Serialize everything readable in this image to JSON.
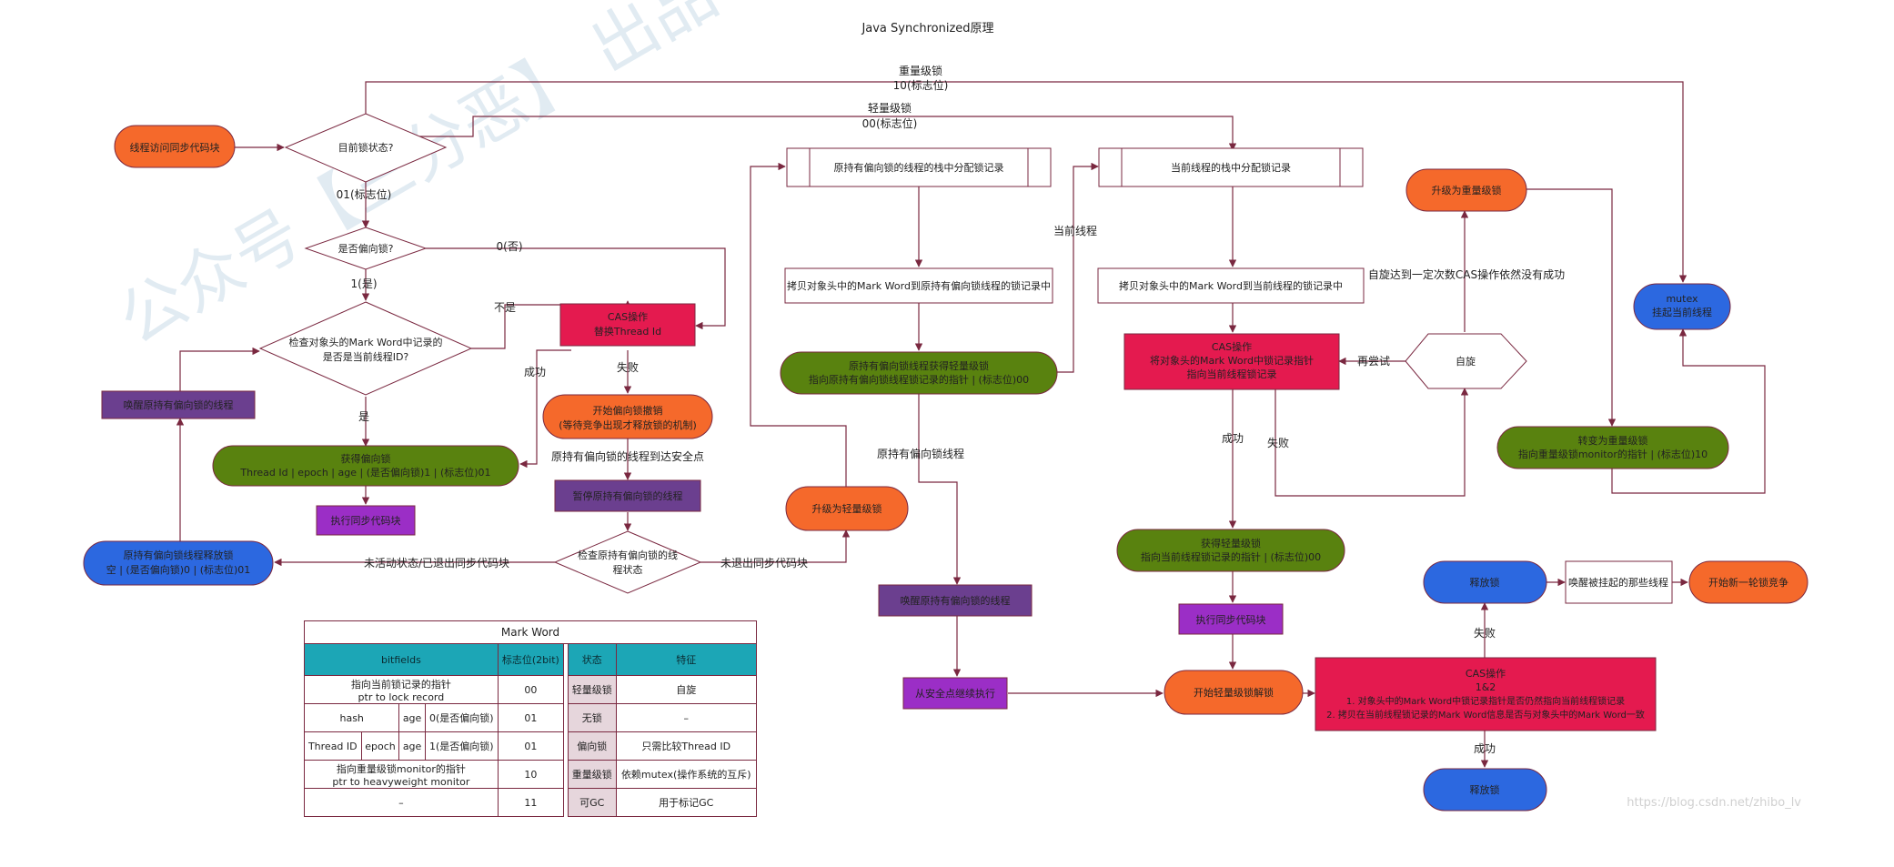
{
  "title": "Java Synchronized原理",
  "watermark": "公众号【三分恶】 出品",
  "footer_url": "https://blog.csdn.net/zhibo_lv",
  "colors": {
    "orange": "#f5692b",
    "green": "#59820f",
    "purple": "#6b3f8f",
    "violet": "#9b2ec6",
    "blue": "#2c68e0",
    "red": "#e41a4f",
    "line": "#7a2840"
  },
  "nodes": {
    "start": "线程访问同步代码块",
    "lock_state": "目前锁状态?",
    "is_biased": "是否偏向锁?",
    "check_mark_1": "检查对象头的Mark Word中记录的",
    "check_mark_2": "是否是当前线程ID?",
    "cas_replace_1": "CAS操作",
    "cas_replace_2": "替换Thread Id",
    "revoke_start_1": "开始偏向锁撤销",
    "revoke_start_2": "(等待竞争出现才释放锁的机制)",
    "get_biased_1": "获得偏向锁",
    "get_biased_2": "Thread Id | epoch | age | (是否偏向锁)1 | (标志位)01",
    "wake_biased": "唤醒原持有偏向锁的线程",
    "exec_sync_1": "执行同步代码块",
    "release_biased_1": "原持有偏向锁线程释放锁",
    "release_biased_2": "空 | (是否偏向锁)0 | (标志位)01",
    "pause_holder": "暂停原持有偏向锁的线程",
    "check_holder_1": "检查原持有偏向锁的线",
    "check_holder_2": "程状态",
    "alloc_holder": "原持有偏向锁的线程的栈中分配锁记录",
    "copy_holder": "拷贝对象头中的Mark Word到原持有偏向锁线程的锁记录中",
    "holder_light_1": "原持有偏向锁线程获得轻量级锁",
    "holder_light_2": "指向原持有偏向锁线程锁记录的指针 | (标志位)00",
    "upgrade_light": "升级为轻量级锁",
    "wake_holder": "唤醒原持有偏向锁的线程",
    "resume_safe": "从安全点继续执行",
    "alloc_current": "当前线程的栈中分配锁记录",
    "copy_current": "拷贝对象头中的Mark Word到当前线程的锁记录中",
    "cas_mark_1": "CAS操作",
    "cas_mark_2": "将对象头的Mark Word中锁记录指针",
    "cas_mark_3": "指向当前线程锁记录",
    "spin": "自旋",
    "upgrade_heavy": "升级为重量级锁",
    "mutex_1": "mutex",
    "mutex_2": "挂起当前线程",
    "to_heavy_1": "转变为重量级锁",
    "to_heavy_2": "指向重量级锁monitor的指针 | (标志位)10",
    "get_light_1": "获得轻量级锁",
    "get_light_2": "指向当前线程锁记录的指针 | (标志位)00",
    "exec_sync_2": "执行同步代码块",
    "unlock_light": "开始轻量级锁解锁",
    "cas_unlock_1": "CAS操作",
    "cas_unlock_2": "1&2",
    "cas_unlock_3": "1. 对象头中的Mark Word中锁记录指针是否仍然指向当前线程锁记录",
    "cas_unlock_4": "2. 拷贝在当前线程锁记录的Mark Word信息是否与对象头中的Mark Word一致",
    "release_fail": "释放锁",
    "release_ok": "释放锁",
    "wake_suspended": "唤醒被挂起的那些线程",
    "new_round": "开始新一轮锁竞争"
  },
  "edges": {
    "heavy_1": "重量级锁",
    "heavy_2": "10(标志位)",
    "light_1": "轻量级锁",
    "light_2": "00(标志位)",
    "flag01": "01(标志位)",
    "no": "0(否)",
    "yes1": "1(是)",
    "not": "不是",
    "yes": "是",
    "success": "成功",
    "fail": "失败",
    "safepoint": "原持有偏向锁的线程到达安全点",
    "inactive": "未活动状态/已退出同步代码块",
    "not_exited": "未退出同步代码块",
    "current_thread": "当前线程",
    "holder_thread": "原持有偏向锁线程",
    "spin_limit": "自旋达到一定次数CAS操作依然没有成功",
    "retry": "再尝试",
    "success2": "成功",
    "fail2": "失败",
    "fail3": "失败",
    "success3": "成功"
  },
  "mark_word_table": {
    "title": "Mark Word",
    "headers": [
      "bitfields",
      "标志位(2bit)",
      "状态",
      "特征"
    ],
    "rows": [
      {
        "bits": [
          "指向当前锁记录的指针",
          "ptr to lock record"
        ],
        "flag": "00",
        "state": "轻量级锁",
        "feature": "自旋"
      },
      {
        "bits": [
          "hash",
          "age",
          "0(是否偏向锁)"
        ],
        "flag": "01",
        "state": "无锁",
        "feature": "–"
      },
      {
        "bits": [
          "Thread ID",
          "epoch",
          "age",
          "1(是否偏向锁)"
        ],
        "flag": "01",
        "state": "偏向锁",
        "feature": "只需比较Thread ID"
      },
      {
        "bits": [
          "指向重量级锁monitor的指针",
          "ptr to heavyweight monitor"
        ],
        "flag": "10",
        "state": "重量级锁",
        "feature": "依赖mutex(操作系统的互斥)"
      },
      {
        "bits": [
          "–"
        ],
        "flag": "11",
        "state": "可GC",
        "feature": "用于标记GC"
      }
    ]
  }
}
